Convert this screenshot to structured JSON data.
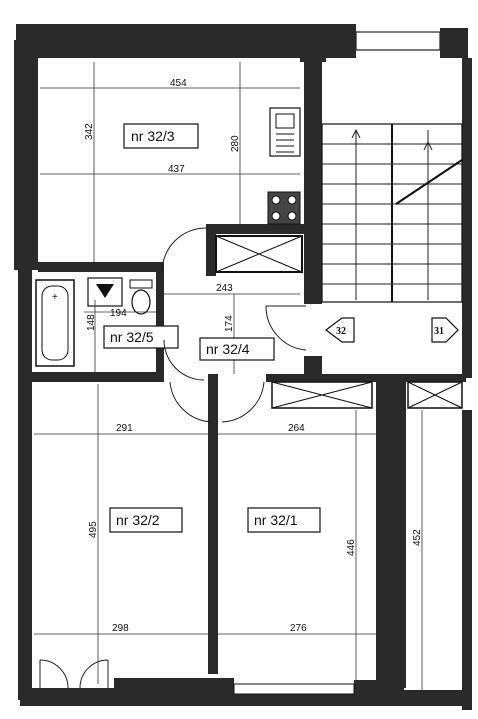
{
  "rooms": [
    {
      "label": "nr 32/3"
    },
    {
      "label": "nr 32/5"
    },
    {
      "label": "nr 32/4"
    },
    {
      "label": "nr 32/2"
    },
    {
      "label": "nr 32/1"
    }
  ],
  "dimensions": {
    "r3_width_top": "454",
    "r3_width_bottom": "437",
    "r3_height_left": "342",
    "r3_height_right": "280",
    "hall_width": "243",
    "hall_height": "174",
    "bath_width": "194",
    "bath_height": "148",
    "r2_width_top": "291",
    "r2_width_bottom": "298",
    "r2_height": "495",
    "r1_width_top": "264",
    "r1_width_bottom": "276",
    "r1_height": "446",
    "right_height": "452"
  },
  "stairs": {
    "left_number": "32",
    "right_number": "31"
  }
}
